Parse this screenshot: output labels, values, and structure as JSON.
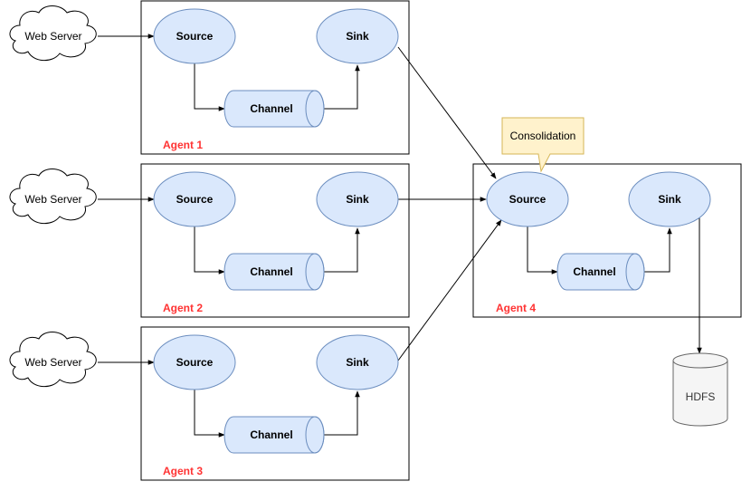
{
  "colors": {
    "node_fill": "#dae8fc",
    "node_stroke": "#6c8ebf",
    "agent_label": "#ff3333",
    "callout_fill": "#fff2cc",
    "callout_stroke": "#d6b656",
    "storage_fill": "#f5f5f5"
  },
  "icons": {
    "web_server": "cloud-icon",
    "storage": "database-icon"
  },
  "web_servers": [
    {
      "label": "Web Server"
    },
    {
      "label": "Web Server"
    },
    {
      "label": "Web Server"
    }
  ],
  "agents": [
    {
      "name": "Agent 1",
      "source": "Source",
      "channel": "Channel",
      "sink": "Sink"
    },
    {
      "name": "Agent 2",
      "source": "Source",
      "channel": "Channel",
      "sink": "Sink"
    },
    {
      "name": "Agent 3",
      "source": "Source",
      "channel": "Channel",
      "sink": "Sink"
    },
    {
      "name": "Agent 4",
      "source": "Source",
      "channel": "Channel",
      "sink": "Sink"
    }
  ],
  "callout": {
    "label": "Consolidation"
  },
  "storage": {
    "label": "HDFS"
  }
}
